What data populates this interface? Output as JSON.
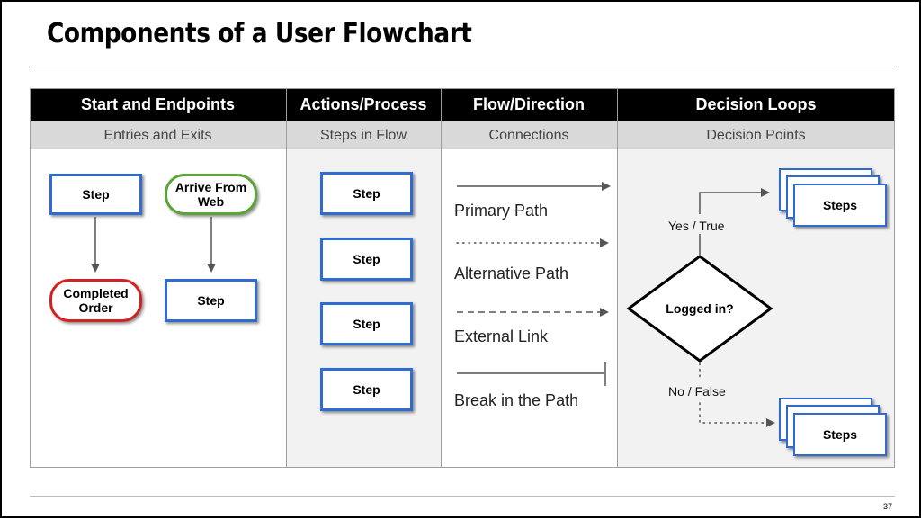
{
  "title": "Components of a User Flowchart",
  "page_number": "37",
  "columns": [
    {
      "header": "Start and Endpoints",
      "sub": "Entries and Exits"
    },
    {
      "header": "Actions/Process",
      "sub": "Steps in Flow"
    },
    {
      "header": "Flow/Direction",
      "sub": "Connections"
    },
    {
      "header": "Decision Loops",
      "sub": "Decision Points"
    }
  ],
  "start_col": {
    "step1": "Step",
    "arrive": "Arrive From Web",
    "completed": "Completed Order",
    "step2": "Step"
  },
  "actions_col": {
    "steps": [
      "Step",
      "Step",
      "Step",
      "Step"
    ]
  },
  "flow_col": {
    "labels": [
      "Primary Path",
      "Alternative Path",
      "External Link",
      "Break in the Path"
    ]
  },
  "decision_col": {
    "decision": "Logged in?",
    "yes": "Yes / True",
    "no": "No / False",
    "steps_top": "Steps",
    "steps_bottom": "Steps"
  },
  "colors": {
    "blue": "#2f6bd0",
    "green": "#5aa537",
    "red": "#d42020",
    "header_bg": "#000000",
    "sub_bg": "#d9d9d9",
    "body_gray": "#f2f2f2"
  }
}
